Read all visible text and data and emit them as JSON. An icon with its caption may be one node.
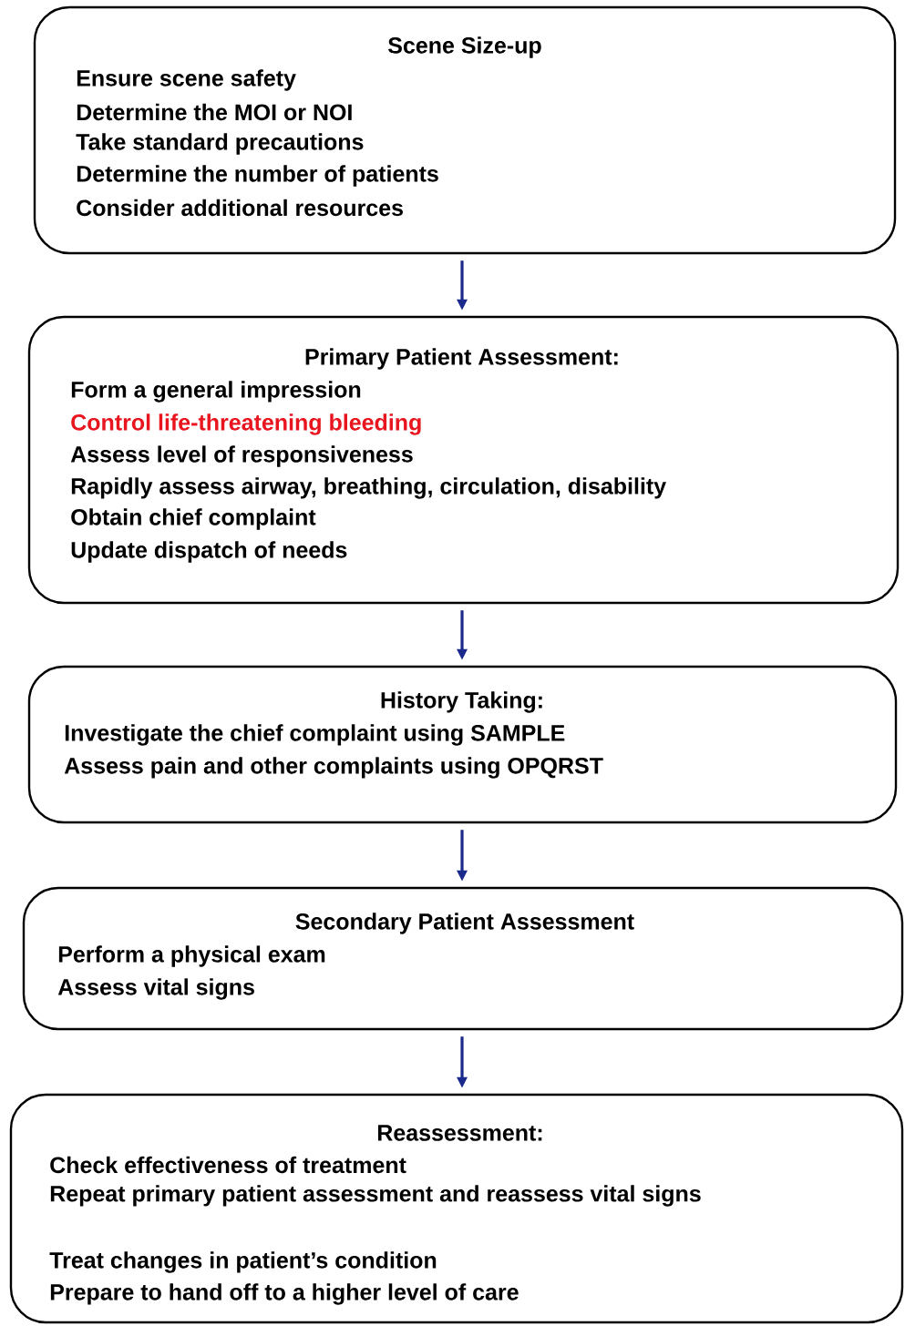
{
  "diagram": {
    "nodes": [
      {
        "text": [
          "Scene Size-up",
          "Ensure scene safety",
          "Determine the MOI or NOI",
          "Take standard precautions",
          "Determine the number of patients",
          "Consider additional resources"
        ]
      },
      {
        "text": [
          "Primary Patient Assessment:",
          "Form a general impression",
          "Control life-threatening bleeding",
          "Assess level of responsiveness",
          "Rapidly assess airway, breathing, circulation, disability",
          "Obtain chief complaint",
          "Update dispatch of needs"
        ]
      },
      {
        "text": [
          "History Taking:",
          "Investigate the chief complaint using SAMPLE",
          "Assess pain and other complaints using OPQRST"
        ]
      },
      {
        "text": [
          "Secondary Patient Assessment",
          "Perform a physical exam",
          "Assess vital signs"
        ]
      },
      {
        "text": [
          "Reassessment:",
          "Check effectiveness of treatment",
          "Repeat primary patient assessment and reassess vital signs",
          "Treat changes in patient’s condition",
          "Prepare to hand off to a higher level of care"
        ]
      }
    ],
    "edges": [
      {
        "from": 0,
        "to": 1,
        "arrow": "to"
      },
      {
        "from": 1,
        "to": 2,
        "arrow": "to"
      },
      {
        "from": 2,
        "to": 3,
        "arrow": "to"
      },
      {
        "from": 3,
        "to": 4,
        "arrow": "to"
      }
    ]
  }
}
